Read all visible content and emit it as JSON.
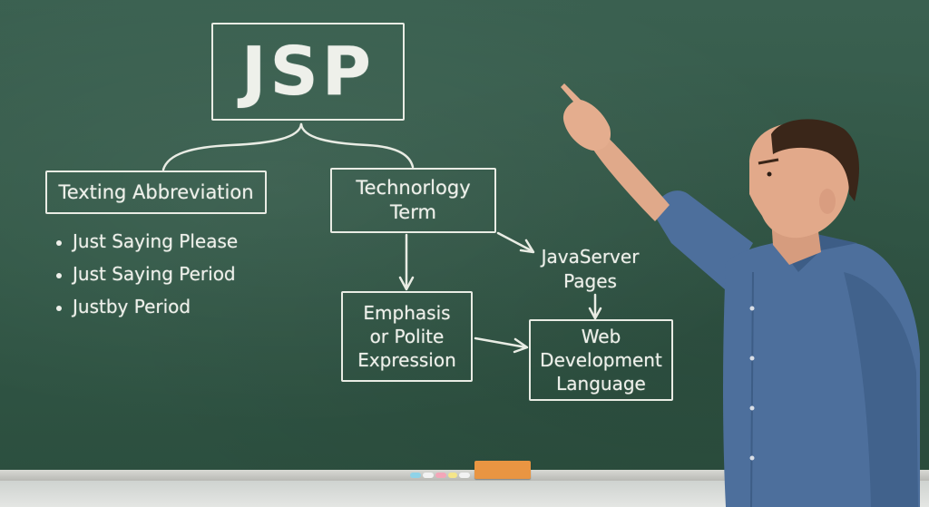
{
  "title": "JSP",
  "branches": {
    "texting": "Texting Abbreviation",
    "tech_line1": "Technorlogy",
    "tech_line2": "Term"
  },
  "bullets": [
    "Just Saying Please",
    "Just Saying Period",
    "Justby Period"
  ],
  "nodes": {
    "emphasis_line1": "Emphasis",
    "emphasis_line2": "or Polite",
    "emphasis_line3": "Expression",
    "javaserver_line1": "JavaServer",
    "javaserver_line2": "Pages",
    "web_line1": "Web",
    "web_line2": "Development",
    "web_line3": "Language"
  },
  "colors": {
    "chalkboard": "#325847",
    "chalk": "#eef0ea",
    "eraser": "#e99542",
    "shirt": "#4d6f9c"
  }
}
